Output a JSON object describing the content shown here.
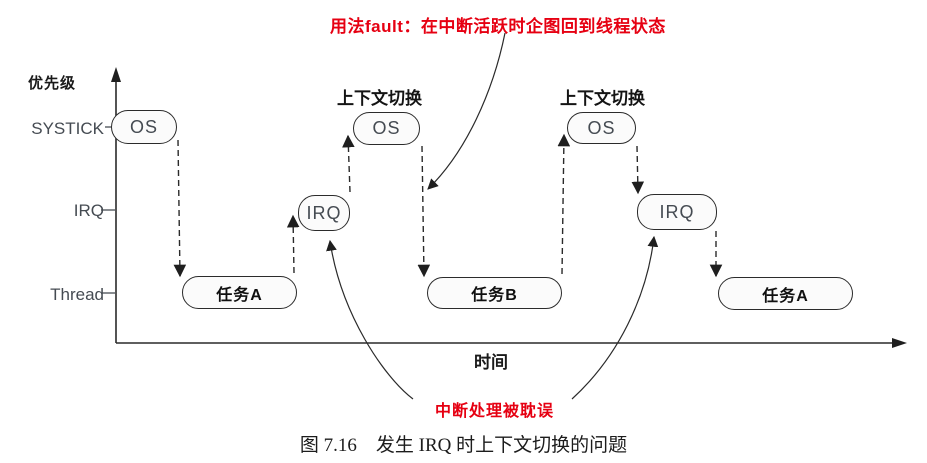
{
  "colors": {
    "annotation-red": "#e60012",
    "line": "#2a2a2a",
    "label-gray": "#454b52",
    "box-fill": "#fbfbfb",
    "box-border": "#2b2b2b"
  },
  "annotations": {
    "usage_fault": "用法fault：在中断活跃时企图回到线程状态",
    "interrupt_delayed": "中断处理被耽误",
    "context_switch": "上下文切换"
  },
  "axes": {
    "y_axis_label": "优先级",
    "x_axis_label": "时间",
    "y_ticks": [
      {
        "label": "SYSTICK"
      },
      {
        "label": "IRQ"
      },
      {
        "label": "Thread"
      }
    ]
  },
  "nodes": [
    {
      "label": "OS"
    },
    {
      "label": "任务A"
    },
    {
      "label": "IRQ"
    },
    {
      "label": "OS"
    },
    {
      "label": "任务B"
    },
    {
      "label": "OS"
    },
    {
      "label": "IRQ"
    },
    {
      "label": "任务A"
    }
  ],
  "caption": "图 7.16　发生 IRQ 时上下文切换的问题"
}
